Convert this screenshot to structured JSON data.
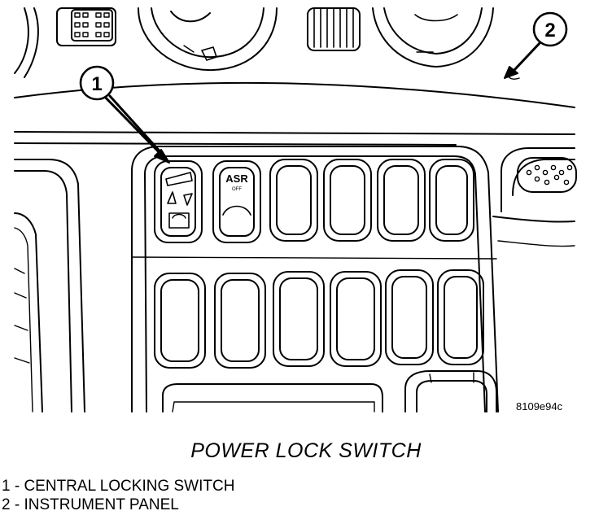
{
  "callouts": [
    {
      "number": "1",
      "target": "central-locking-switch"
    },
    {
      "number": "2",
      "target": "instrument-panel"
    }
  ],
  "ref_code": "8109e94c",
  "asr_label": "ASR",
  "asr_sub": "OFF",
  "caption": "POWER LOCK SWITCH",
  "legend": [
    {
      "text": "1 - CENTRAL LOCKING SWITCH"
    },
    {
      "text": "2 - INSTRUMENT PANEL"
    }
  ]
}
